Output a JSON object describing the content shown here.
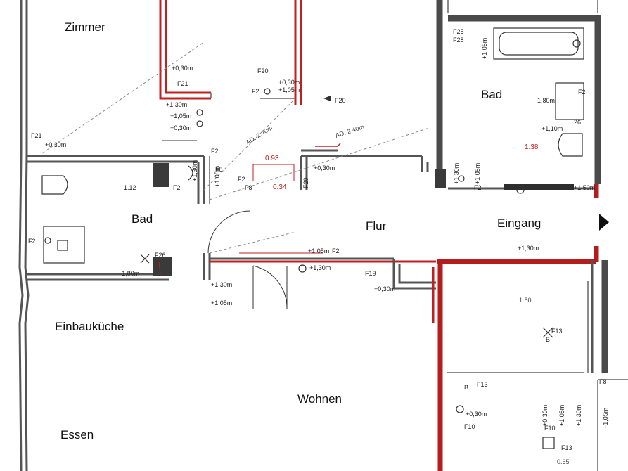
{
  "rooms": {
    "zimmer": "Zimmer",
    "bad_left": "Bad",
    "bad_right": "Bad",
    "flur": "Flur",
    "eingang": "Eingang",
    "kueche": "Einbauküche",
    "wohnen": "Wohnen",
    "essen": "Essen"
  },
  "annotations": {
    "f21_top": "F21",
    "h030_a": "+0,30m",
    "f20_top": "F20",
    "h030_b": "+0,30m",
    "h105_a": "+1,05m",
    "f2_a": "F2",
    "f20_b": "F20",
    "h130_a": "+1,30m",
    "h105_b": "+1,05m",
    "h030_c": "+0,30m",
    "f21_left": "F21",
    "h030_d": "+0,30m",
    "ad240_a": "AD. 2,40m",
    "ad240_b": "AD. 2,40m",
    "dim_093": "0.93",
    "dim_034": "0.34",
    "f2_b": "F2",
    "f8_a": "F8",
    "f2_c": "F2",
    "f8_b": "F8",
    "f20_c": "F20",
    "h030_e": "+0,30m",
    "h105_c": "+1,05m",
    "dim_112": "1.12",
    "f2_d": "F2",
    "h130_b": "+1,30m",
    "f25": "F25",
    "f28": "F28",
    "h105_d": "+1,05m",
    "f2_e": "F2",
    "h180": "1,80m",
    "f26_right": "26",
    "h110": "+1,10m",
    "dim_138": "1.38",
    "h130_c": "+1,30m",
    "h105_e": "+1,05m",
    "f2_f": "F2",
    "h150": "+1,50m",
    "f2_left": "F2",
    "f26_left": "F26",
    "h180b": "+1,80m",
    "h105_f": "+1,05m",
    "f2_g": "F2",
    "h130_d": "+1,30m",
    "h130_e": "+1,30m",
    "h105_g": "+1,05m",
    "h130_f": "+1,30m",
    "f19": "F19",
    "h030_f": "+0,30m",
    "dim_150": "1.50",
    "f13_a": "F13",
    "b_a": "B",
    "b_b": "B",
    "f13_b": "F13",
    "h030_g": "+0,30m",
    "f10_a": "F10",
    "f10_b": "F10",
    "f13_c": "F13",
    "f8_c": "F8",
    "dim_065": "0.65",
    "h030_h": "+0,30m",
    "h105_h": "+1,05m",
    "h130_g": "+1,30m",
    "h105_i": "+1,05m"
  },
  "colors": {
    "wall": "#555555",
    "red_wall": "#c22020",
    "background": "#ffffff"
  }
}
